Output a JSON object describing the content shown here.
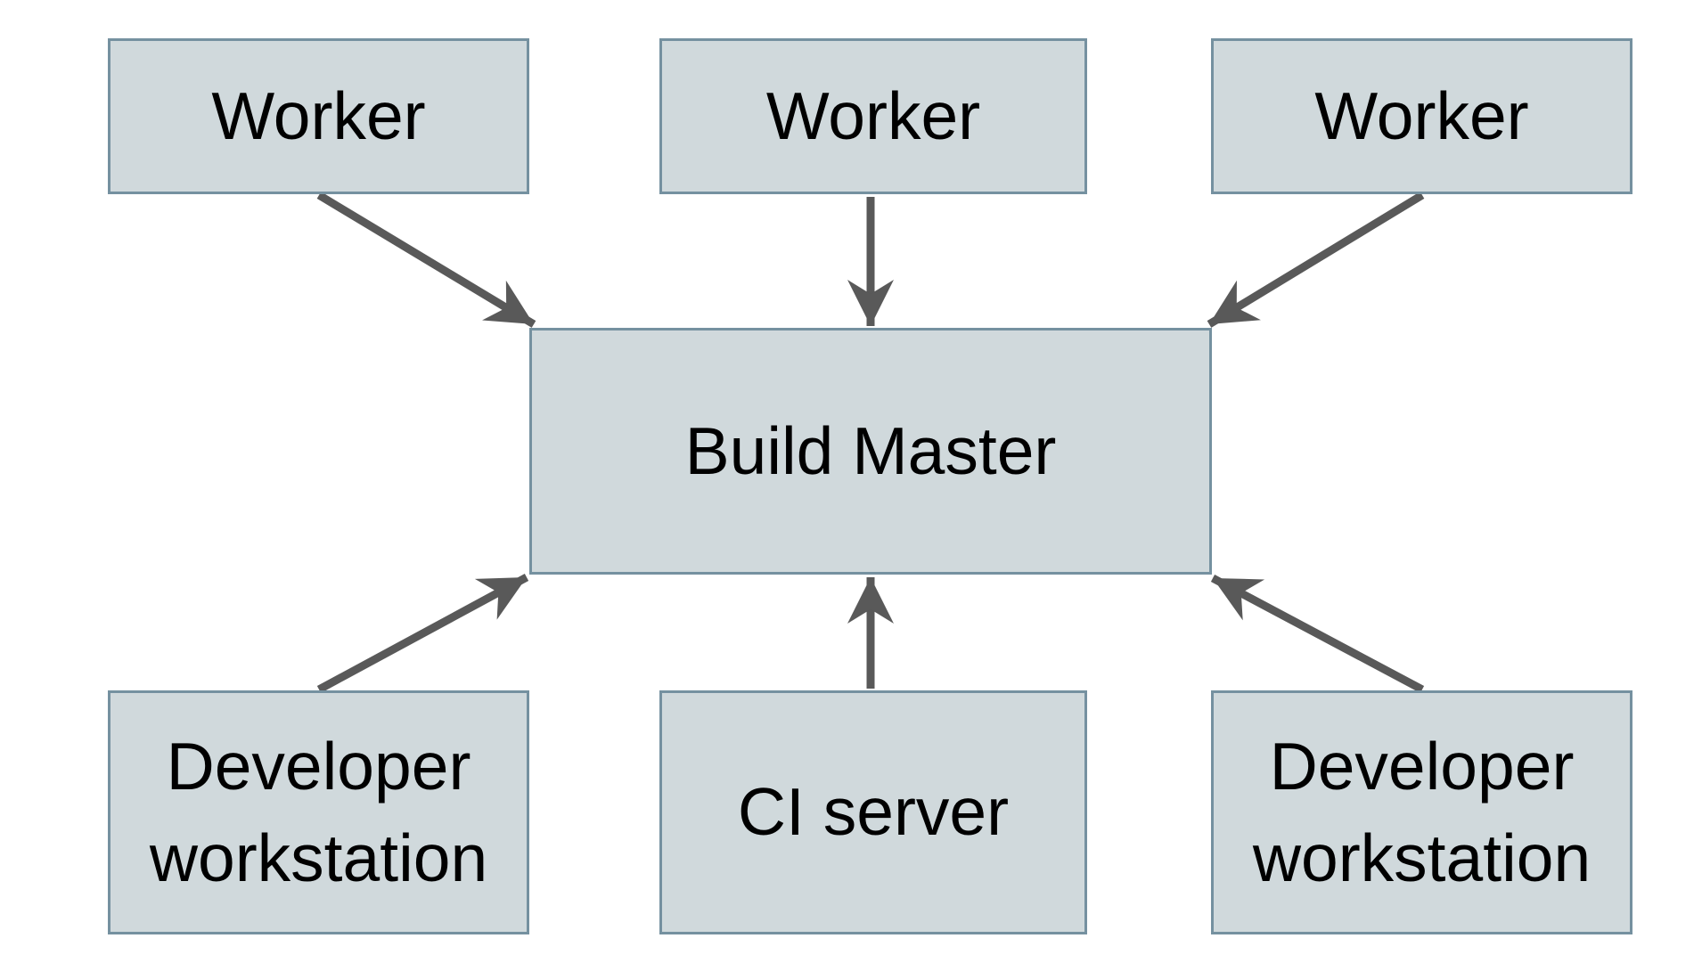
{
  "diagram": {
    "colors": {
      "background": "#ffffff",
      "node_fill": "#d0d9dc",
      "node_border": "#7591a0",
      "arrow": "#595959",
      "text": "#000000"
    },
    "nodes": [
      {
        "id": "worker-1",
        "label": "Worker"
      },
      {
        "id": "worker-2",
        "label": "Worker"
      },
      {
        "id": "worker-3",
        "label": "Worker"
      },
      {
        "id": "build-master",
        "label": "Build Master"
      },
      {
        "id": "developer-workstation-left",
        "label": "Developer workstation"
      },
      {
        "id": "ci-server",
        "label": "CI server"
      },
      {
        "id": "developer-workstation-right",
        "label": "Developer workstation"
      }
    ],
    "edges": [
      {
        "from": "worker-1",
        "to": "build-master",
        "direction": "down"
      },
      {
        "from": "worker-2",
        "to": "build-master",
        "direction": "down"
      },
      {
        "from": "worker-3",
        "to": "build-master",
        "direction": "down"
      },
      {
        "from": "developer-workstation-left",
        "to": "build-master",
        "direction": "up"
      },
      {
        "from": "ci-server",
        "to": "build-master",
        "direction": "up"
      },
      {
        "from": "developer-workstation-right",
        "to": "build-master",
        "direction": "up"
      }
    ]
  }
}
